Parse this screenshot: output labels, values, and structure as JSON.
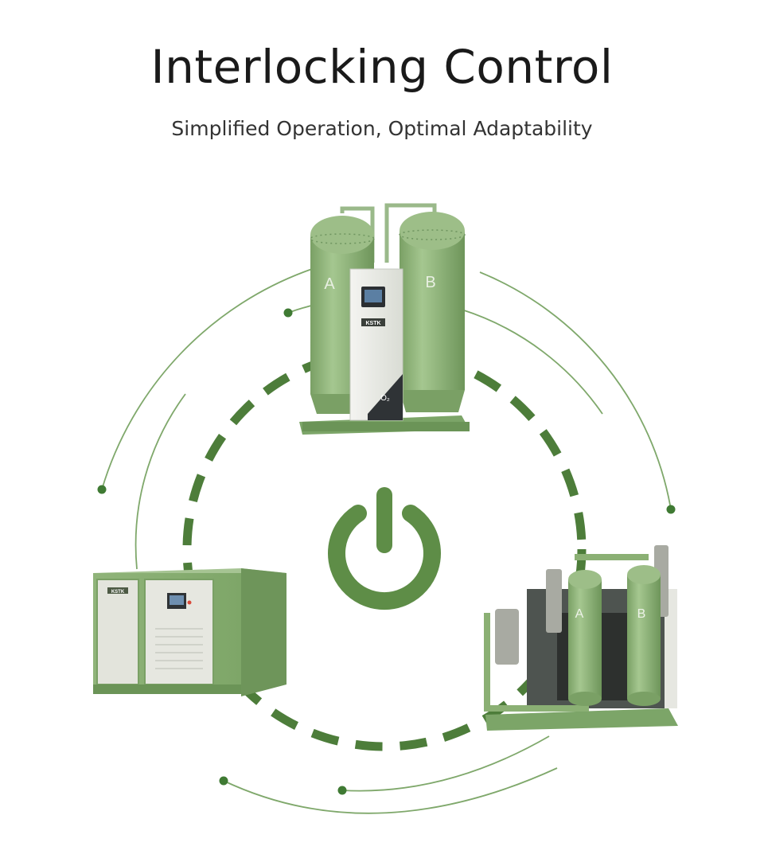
{
  "header": {
    "title": "Interlocking Control",
    "subtitle": "Simplified Operation, Optimal Adaptability"
  },
  "colors": {
    "accent": "#5a8a3c",
    "accent_dark": "#3f6b2a",
    "equipment_green": "#8fb47a",
    "equipment_panel": "#e9ebe4",
    "text": "#1a1a1a"
  },
  "equipment": {
    "oxygen_generator": {
      "tank_a_letter": "A",
      "tank_b_letter": "B",
      "brand": "KSTK",
      "gas_label": "O₂"
    },
    "compressor": {
      "brand": "KSTK"
    },
    "dryer": {
      "tank_a_letter": "A",
      "tank_b_letter": "B"
    }
  },
  "icons": {
    "center": "power-icon"
  }
}
